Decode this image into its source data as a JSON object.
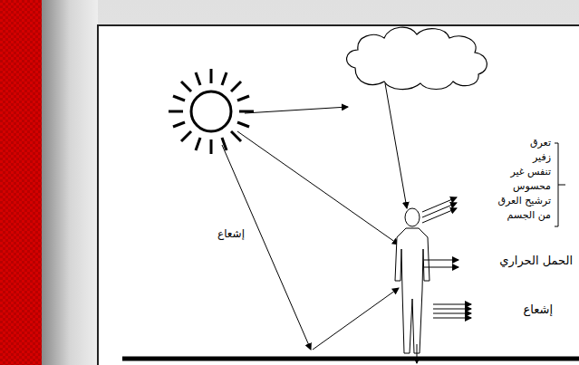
{
  "diagram": {
    "labels": [
      "إشعاع",
      "تعرق",
      "زفير",
      "تنفس غير محسوس",
      "ترشيح العرق من الجسم",
      "الحمل الحراري",
      "إشعاع"
    ]
  }
}
